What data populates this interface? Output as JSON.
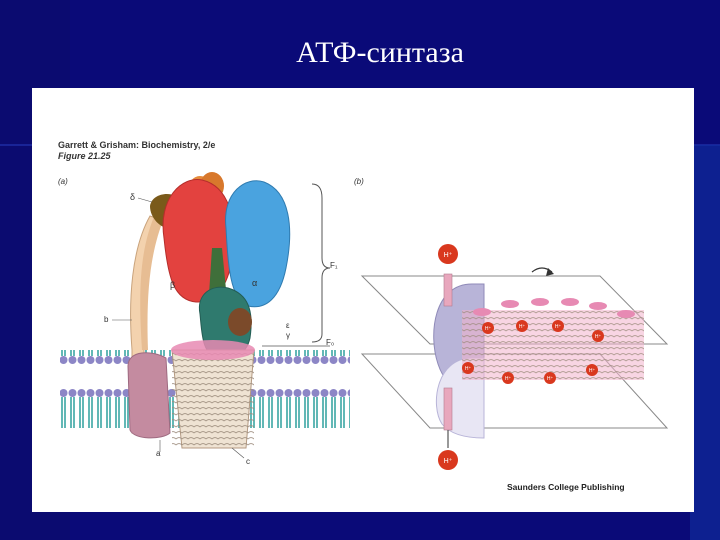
{
  "slide": {
    "title": "АТФ-синтаза"
  },
  "figure": {
    "caption_line1": "Garrett & Grisham: Biochemistry, 2/e",
    "caption_line2": "Figure 21.25",
    "footer": "Saunders College Publishing",
    "panel_a": {
      "label": "(a)",
      "delta": "δ",
      "beta": "β",
      "alpha": "α",
      "b": "b",
      "epsilon": "ε",
      "gamma": "γ",
      "F1": "F₁",
      "F0": "F₀",
      "a": "a",
      "c": "c"
    },
    "panel_b": {
      "label": "(b)",
      "proton": "H⁺"
    }
  },
  "colors": {
    "slide_bg": "#0a0a78",
    "beta": "#e3423f",
    "alpha": "#4aa3df",
    "gamma": "#2f7a6e",
    "membrane_head": "#8c86c6",
    "membrane_tail": "#3aa6a3",
    "proton": "#d9381e",
    "c_ring": "#e78ab3"
  }
}
